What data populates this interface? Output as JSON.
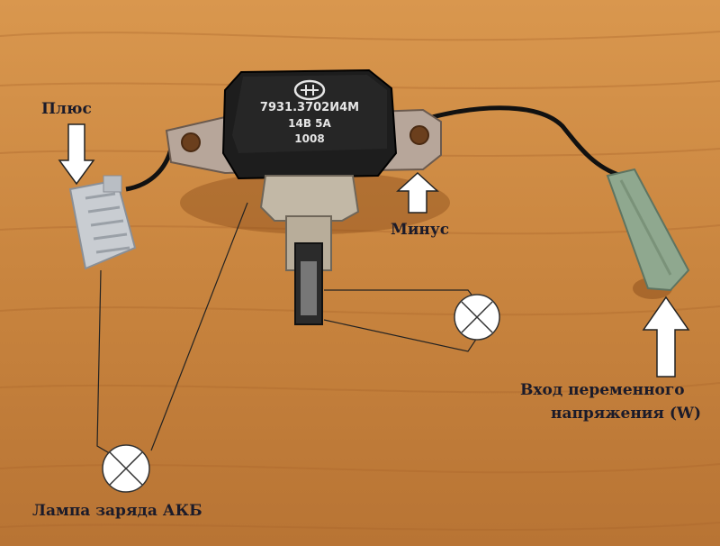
{
  "labels": {
    "plus": "Плюс",
    "minus": "Минус",
    "ac_input_line1": "Вход переменного",
    "ac_input_line2": "напряжения (W)",
    "lamp": "Лампа заряда АКБ"
  },
  "regulator": {
    "model": "7931.3702И4М",
    "rating": "14В 5А",
    "code": "1008"
  },
  "colors": {
    "table": "#c8843f",
    "regulator_body": "#1d1d1d",
    "label_text": "#1b1b2a",
    "arrow_fill": "#ffffff"
  }
}
